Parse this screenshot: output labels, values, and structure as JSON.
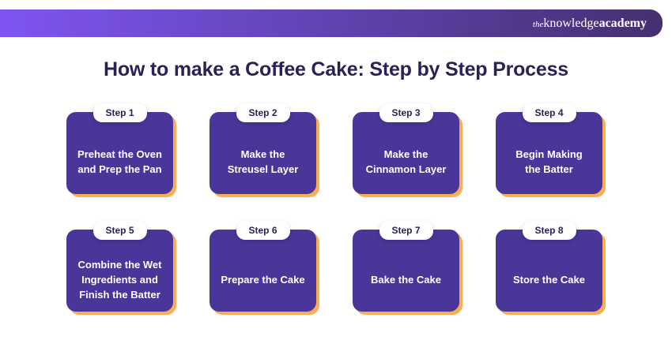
{
  "header": {
    "logo_the": "the",
    "logo_knowledge": "knowledge",
    "logo_academy": "academy"
  },
  "title": "How to make a Coffee Cake: Step by Step Process",
  "steps": [
    {
      "label": "Step 1",
      "text": "Preheat the Oven\nand Prep the Pan"
    },
    {
      "label": "Step 2",
      "text": "Make the\nStreusel Layer"
    },
    {
      "label": "Step 3",
      "text": "Make the\nCinnamon Layer"
    },
    {
      "label": "Step 4",
      "text": "Begin Making\nthe Batter"
    },
    {
      "label": "Step 5",
      "text": "Combine the Wet\nIngredients and\nFinish the Batter"
    },
    {
      "label": "Step 6",
      "text": "Prepare the Cake"
    },
    {
      "label": "Step 7",
      "text": "Bake the Cake"
    },
    {
      "label": "Step 8",
      "text": "Store the Cake"
    }
  ],
  "colors": {
    "header_gradient_start": "#7E55F2",
    "header_gradient_end": "#45306F",
    "card_background": "#4A3599",
    "card_offset_shadow": "#F9AE55",
    "card_text": "#FFFFFF",
    "pill_background": "#FFFFFF",
    "pill_text": "#2B2155",
    "title_text": "#2B2155"
  }
}
